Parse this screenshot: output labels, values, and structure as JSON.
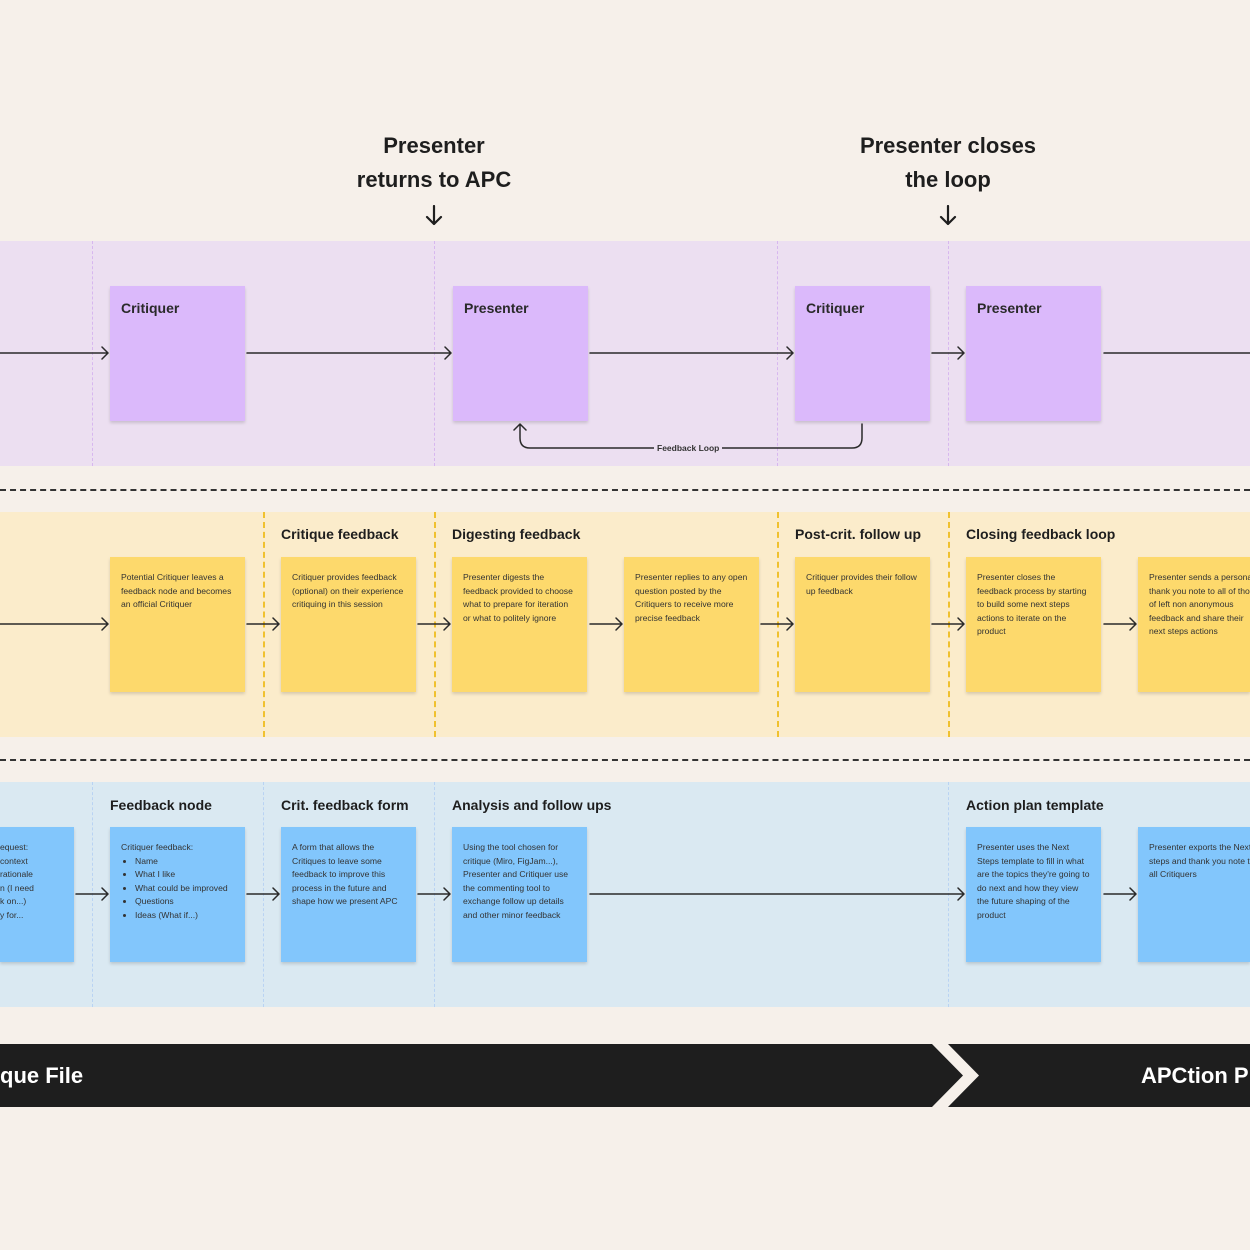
{
  "headings": {
    "presenter_returns": [
      "Presenter",
      "returns to APC"
    ],
    "presenter_closes": [
      "Presenter closes",
      "the loop"
    ]
  },
  "purple_row": {
    "stickies": [
      "Critiquer",
      "Presenter",
      "Critiquer",
      "Presenter"
    ],
    "feedback_loop_label": "Feedback Loop"
  },
  "yellow_row": {
    "sections": [
      "Critique feedback",
      "Digesting feedback",
      "Post-crit. follow up",
      "Closing feedback loop"
    ],
    "stickies": [
      "Potential Critiquer leaves a feedback node and becomes an official Critiquer",
      "Critiquer provides feedback (optional) on their experience critiquing in this session",
      "Presenter digests the feedback provided to choose what to prepare for iteration or what to politely ignore",
      "Presenter replies to any open question posted by the Critiquers to receive more precise feedback",
      "Critiquer provides their follow up feedback",
      "Presenter closes the feedback process by starting to build some next steps actions to iterate on the product",
      "Presenter sends a personal thank you note to all of those of left non anonymous feedback and share their next steps actions"
    ]
  },
  "blue_row": {
    "sections": [
      "Feedback node",
      "Crit. feedback form",
      "Analysis and follow ups",
      "Action plan template"
    ],
    "partial_sticky": [
      "equest:",
      "context",
      "rationale",
      "n (I need",
      "k on...)",
      "y for..."
    ],
    "feedback_node": {
      "intro": "Critiquer feedback:",
      "items": [
        "Name",
        "What I like",
        "What could be improved",
        "Questions",
        "Ideas (What if...)"
      ]
    },
    "stickies": [
      "A form that allows the Critiques to leave some feedback to improve this process in the future and shape how we present APC",
      "Using the tool chosen for critique (Miro, FigJam...), Presenter and Critiquer use the commenting tool to exchange follow up details and other minor feedback",
      "Presenter uses the Next Steps template to fill in what are the topics they're going to do next and how they view the future shaping of the product",
      "Presenter exports the Next steps and thank you note to all Critiquers"
    ]
  },
  "stages": [
    "que File",
    "APCtion Pl"
  ],
  "colors": {
    "background": "#f6f0ea",
    "purple_lane": "#ecdff1",
    "purple_sticky": "#dbb9fb",
    "yellow_lane": "#fbeccb",
    "yellow_sticky": "#fdd96c",
    "blue_lane": "#dae9f2",
    "blue_sticky": "#82c6fc",
    "stage_bar": "#1e1e1e"
  }
}
